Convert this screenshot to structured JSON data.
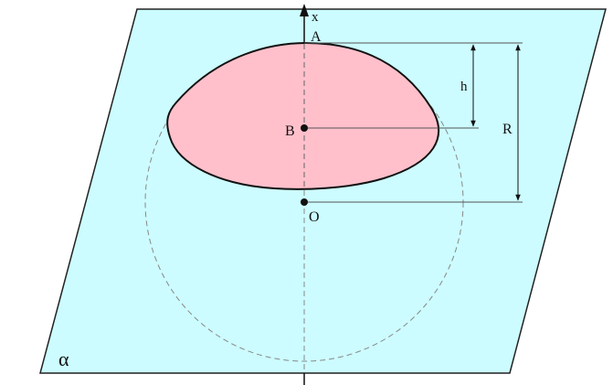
{
  "diagram": {
    "plane_label": "α",
    "axis_label": "x",
    "points": {
      "a": "A",
      "b": "B",
      "o": "O"
    },
    "dimensions": {
      "h": "h",
      "r": "R"
    }
  },
  "colors": {
    "plane_fill": "#ccfcff",
    "cap_fill": "#ffc0cb",
    "stroke": "#111111",
    "dashed": "#888888"
  }
}
